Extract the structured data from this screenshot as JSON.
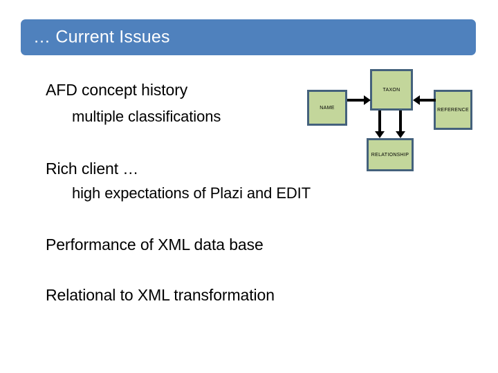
{
  "slide": {
    "title": "… Current Issues",
    "background_color": "#ffffff",
    "title_bar_color": "#4f81bd",
    "title_text_color": "#ffffff"
  },
  "bullets": [
    {
      "text": "AFD concept history",
      "level": 1
    },
    {
      "text": "multiple classifications",
      "level": 2
    },
    {
      "text": "Rich client  …",
      "level": 1
    },
    {
      "text": "high expectations of Plazi and EDIT",
      "level": 2
    },
    {
      "text": "Performance of XML data base",
      "level": 1
    },
    {
      "text": "Relational to XML transformation",
      "level": 1
    }
  ],
  "diagram": {
    "type": "entity-relationship",
    "box_fill_color": "#c3d69b",
    "box_border_color": "#44617c",
    "arrow_color": "#000000",
    "entities": [
      {
        "id": "name",
        "label": "NAME"
      },
      {
        "id": "taxon",
        "label": "TAXON"
      },
      {
        "id": "reference",
        "label": "REFERENCE"
      },
      {
        "id": "relationship",
        "label": "RELATIONSHIP"
      }
    ],
    "connections": [
      {
        "from": "name",
        "to": "taxon",
        "direction": "right"
      },
      {
        "from": "reference",
        "to": "taxon",
        "direction": "left"
      },
      {
        "from": "taxon",
        "to": "relationship",
        "direction": "down"
      },
      {
        "from": "taxon",
        "to": "relationship",
        "direction": "down"
      }
    ]
  }
}
